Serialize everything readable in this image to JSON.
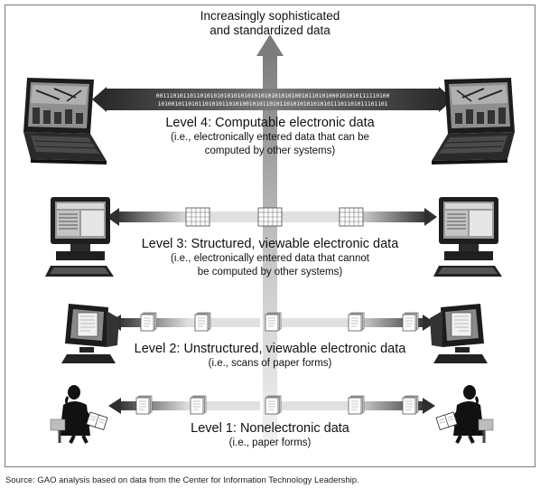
{
  "figure": {
    "top_label_line1": "Increasingly sophisticated",
    "top_label_line2": "and standardized data",
    "levels": [
      {
        "title": "Level 4: Computable electronic data",
        "line1": "(i.e., electronically entered data that can be",
        "line2": "computed by other systems)"
      },
      {
        "title": "Level 3: Structured, viewable electronic data",
        "line1": "(i.e., electronically entered data that cannot",
        "line2": "be computed by other systems)"
      },
      {
        "title": "Level 2: Unstructured, viewable electronic data",
        "line1": "(i.e., scans of paper forms)"
      },
      {
        "title": "Level 1: Nonelectronic data",
        "line1": "(i.e., paper forms)"
      }
    ],
    "binary_row1": "001110101101101010101010101010101010101010010110101000101010111110100",
    "binary_row2": "10100101101011010101101010010101101011010101010101011101101011101101",
    "icons": [
      "laptop-icon",
      "desktop-computer-icon",
      "crt-monitor-icon",
      "person-reading-icon",
      "document-stack-icon",
      "structured-form-icon"
    ]
  },
  "source_note": "Source: GAO analysis based on data from the Center for Information Technology Leadership.",
  "colors": {
    "arrow_dark": "#3a3a3a",
    "arrow_light": "#d6d6d6",
    "device_body": "#1e1e1e",
    "screen": "#8c8c8c",
    "frame_border": "#7a7a7a"
  }
}
